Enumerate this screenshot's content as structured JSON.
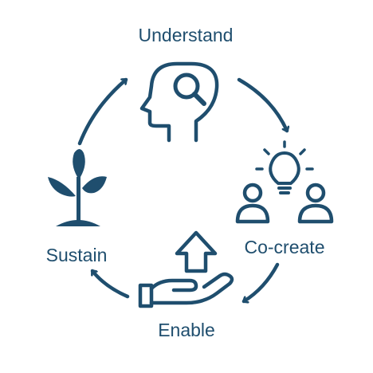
{
  "colors": {
    "primary": "#1f4e6e",
    "background": "#ffffff"
  },
  "stages": [
    {
      "label": "Understand",
      "icon": "head-with-magnifier-icon"
    },
    {
      "label": "Co-create",
      "icon": "two-people-with-lightbulb-icon"
    },
    {
      "label": "Enable",
      "icon": "hand-with-up-arrow-icon"
    },
    {
      "label": "Sustain",
      "icon": "sprouting-plant-icon"
    }
  ]
}
